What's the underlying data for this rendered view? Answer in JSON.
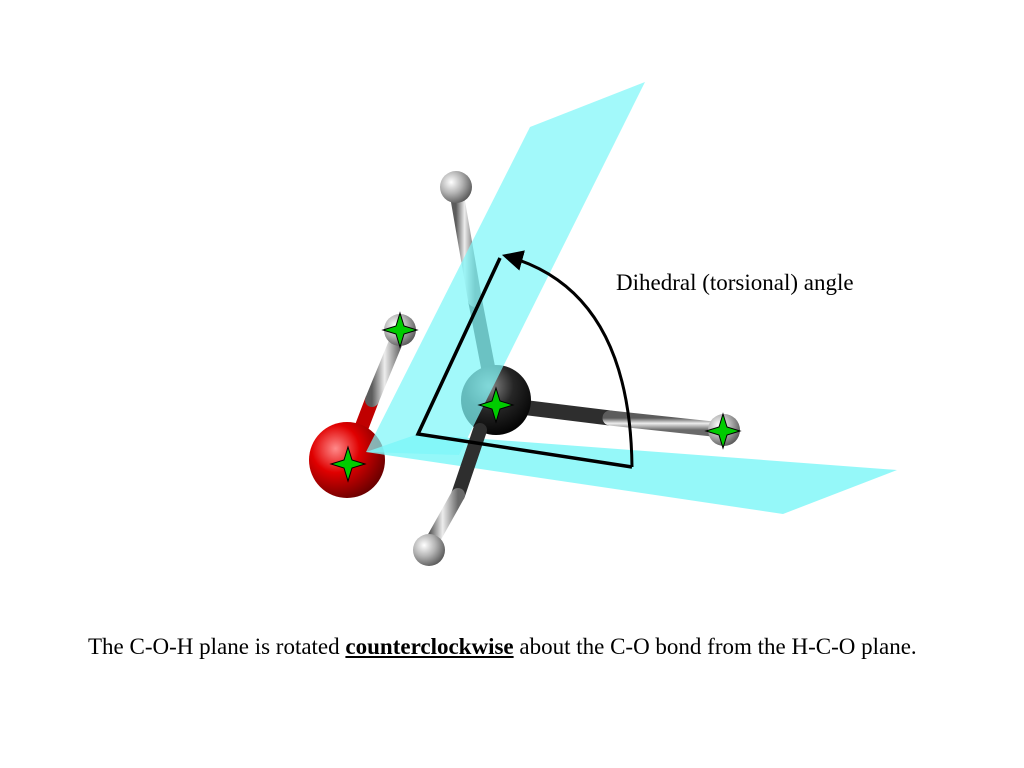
{
  "diagram": {
    "angle_label": "Dihedral (torsional) angle",
    "atoms": [
      {
        "name": "oxygen-atom",
        "element": "O",
        "color": "#d40000"
      },
      {
        "name": "carbon-atom",
        "element": "C",
        "color": "#2a2a2a"
      },
      {
        "name": "hydrogen-atom-top",
        "element": "H",
        "color": "#b8b8b8"
      },
      {
        "name": "hydrogen-atom-hydroxyl",
        "element": "H",
        "color": "#b8b8b8"
      },
      {
        "name": "hydrogen-atom-right",
        "element": "H",
        "color": "#b8b8b8"
      },
      {
        "name": "hydrogen-atom-bottom",
        "element": "H",
        "color": "#b8b8b8"
      }
    ],
    "plane_color": "#7ef6f8",
    "marker_color": "#00cc00"
  },
  "caption": {
    "before": "The C-O-H plane is rotated ",
    "emphasis": "counterclockwise",
    "after": " about the C-O bond from the H-C-O plane."
  }
}
